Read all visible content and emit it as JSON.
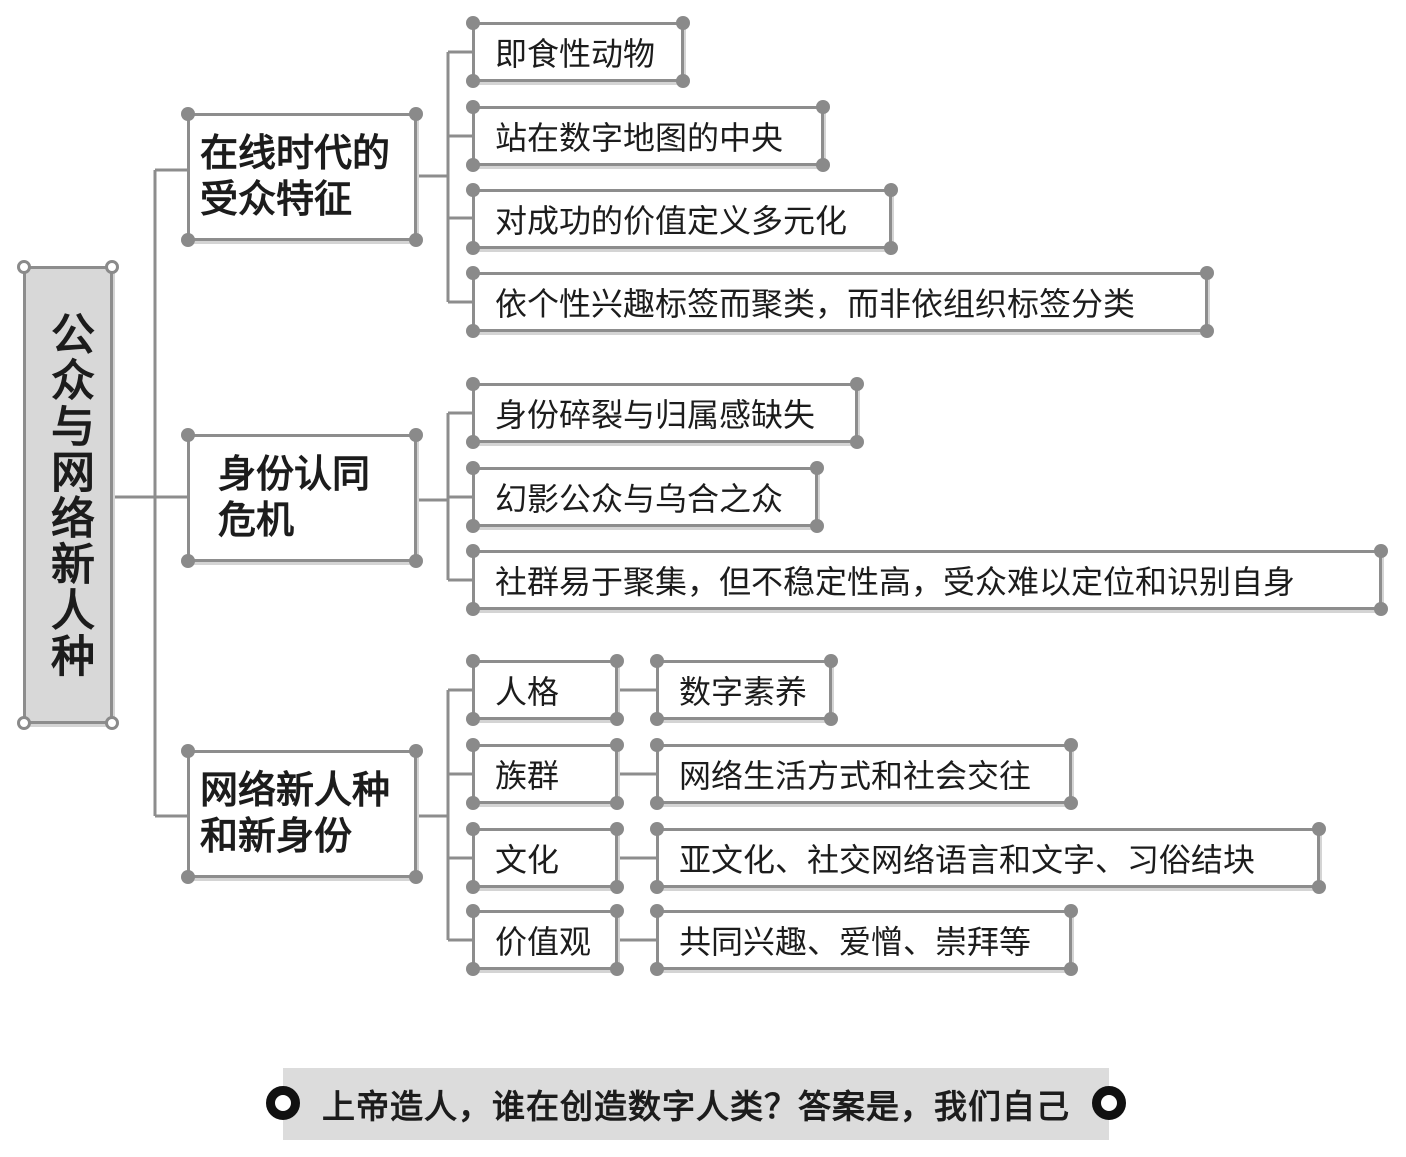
{
  "root": {
    "label": "公众与网络新人种"
  },
  "branches": [
    {
      "label": "在线时代的受众特征",
      "children": [
        "即食性动物",
        "站在数字地图的中央",
        "对成功的价值定义多元化",
        "依个性兴趣标签而聚类，而非依组织标签分类"
      ]
    },
    {
      "label": "身份认同危机",
      "children": [
        "身份碎裂与归属感缺失",
        "幻影公众与乌合之众",
        "社群易于聚集，但不稳定性高，受众难以定位和识别自身"
      ]
    },
    {
      "label": "网络新人种和新身份",
      "children": [
        {
          "label": "人格",
          "detail": "数字素养"
        },
        {
          "label": "族群",
          "detail": "网络生活方式和社会交往"
        },
        {
          "label": "文化",
          "detail": "亚文化、社交网络语言和文字、习俗结块"
        },
        {
          "label": "价值观",
          "detail": "共同兴趣、爱憎、崇拜等"
        }
      ]
    }
  ],
  "footer": {
    "text": "上帝造人，谁在创造数字人类？答案是，我们自己"
  },
  "colors": {
    "border": "#8d8d8d",
    "root_fill": "#d8d8d8",
    "footer_fill": "#dcdcdc",
    "ring": "#111111"
  }
}
